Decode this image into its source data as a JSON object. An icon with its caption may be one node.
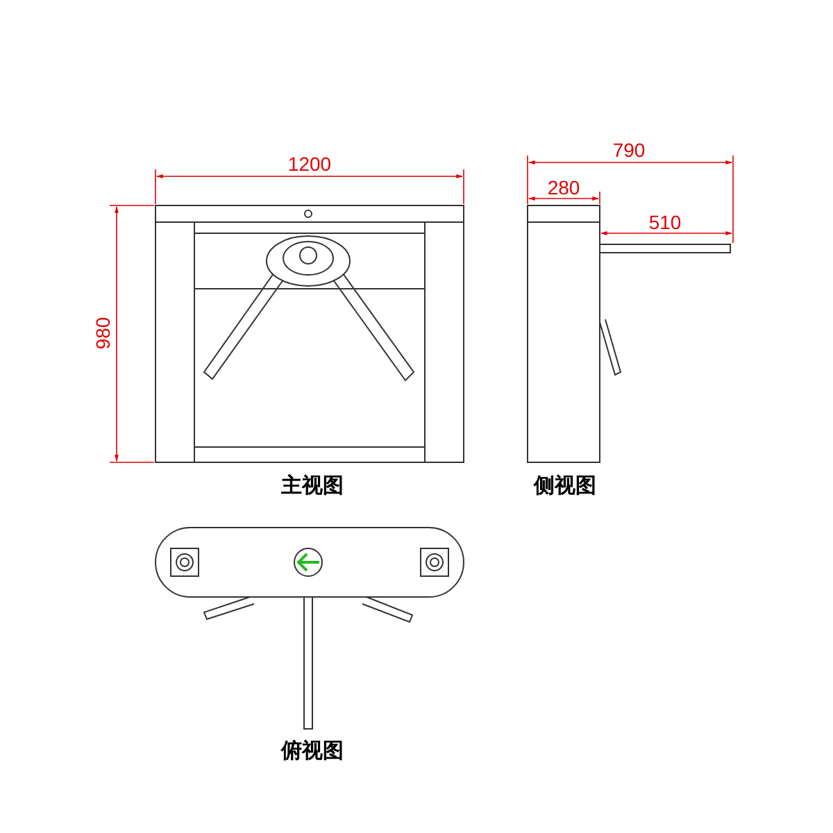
{
  "diagram": {
    "labels": [
      "790",
      "1200",
      "280",
      "510",
      "980",
      "主视图",
      "侧视图",
      "俯视图"
    ]
  }
}
